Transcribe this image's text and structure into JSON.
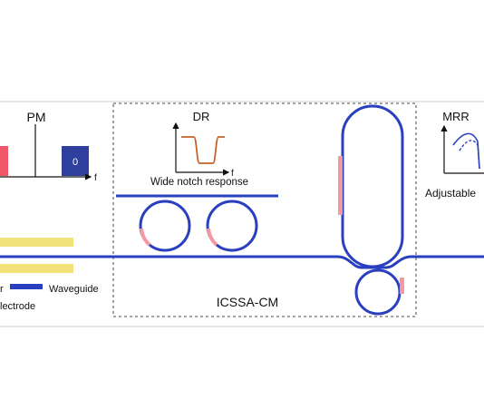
{
  "labels": {
    "pm": "PM",
    "f_pm": "f",
    "bar_value": "0",
    "dr": "DR",
    "f_dr": "f",
    "wide_notch": "Wide notch response",
    "mrr": "MRR",
    "adjustable": "Adjustable",
    "legend_partial": "r",
    "waveguide": "Waveguide",
    "electrode_partial": "lectrode",
    "module": "ICSSA-CM"
  },
  "colors": {
    "waveguide": "#2a3fbf",
    "heater": "#f29aa0",
    "electrode": "#f2e27a",
    "red_bar": "#f0586a",
    "blue_bar": "#2e3f9e",
    "dr_curve": "#c8622a",
    "mrr_curve": "#2a3fbf",
    "axis": "#111111",
    "frame": "#444444"
  }
}
